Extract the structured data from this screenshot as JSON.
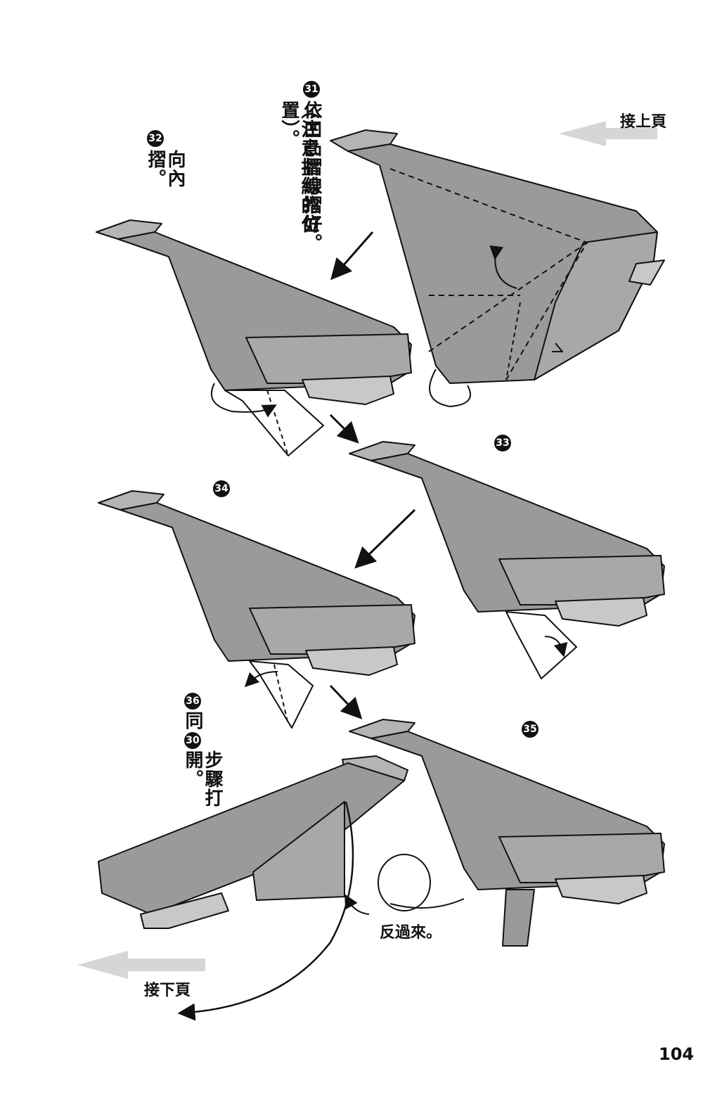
{
  "page_number": "104",
  "nav": {
    "prev_label": "接上頁",
    "next_label": "接下頁"
  },
  "steps": [
    {
      "num": "31",
      "line1": "依凹凸摺線摺好。",
      "line2": "（注意摺線的位置）。"
    },
    {
      "num": "32",
      "line1": "向內摺。"
    },
    {
      "num": "33"
    },
    {
      "num": "34"
    },
    {
      "num": "35"
    },
    {
      "num": "36",
      "line1": "同",
      "ref_num": "30",
      "line2": "步驟打開。"
    }
  ],
  "turn_over_label": "反過來。",
  "colors": {
    "paper": "#9a9a9a",
    "paper_light": "#b4b4b4",
    "ink": "#111111",
    "arrow_gray": "#d6d6d6"
  }
}
